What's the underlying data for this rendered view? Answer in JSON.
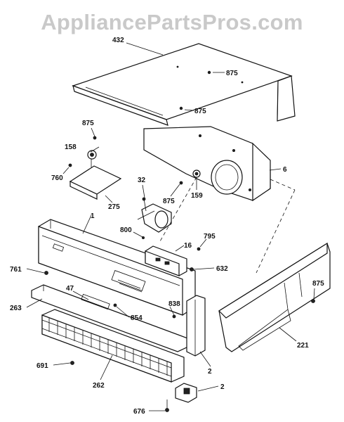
{
  "watermark": "AppliancePartsPros.com",
  "colors": {
    "ink": "#111111",
    "watermark": "#c9c9c9",
    "background": "#ffffff"
  },
  "callouts": {
    "p432": "432",
    "p875_a": "875",
    "p875_b": "875",
    "p875_c": "875",
    "p875_d": "875",
    "p875_e": "875",
    "p158": "158",
    "p760": "760",
    "p275": "275",
    "p32": "32",
    "p159": "159",
    "p6": "6",
    "p1": "1",
    "p800": "800",
    "p16": "16",
    "p795": "795",
    "p632": "632",
    "p761": "761",
    "p47": "47",
    "p263": "263",
    "p854": "854",
    "p838": "838",
    "p691": "691",
    "p262": "262",
    "p2_a": "2",
    "p2_b": "2",
    "p676": "676",
    "p221": "221"
  }
}
